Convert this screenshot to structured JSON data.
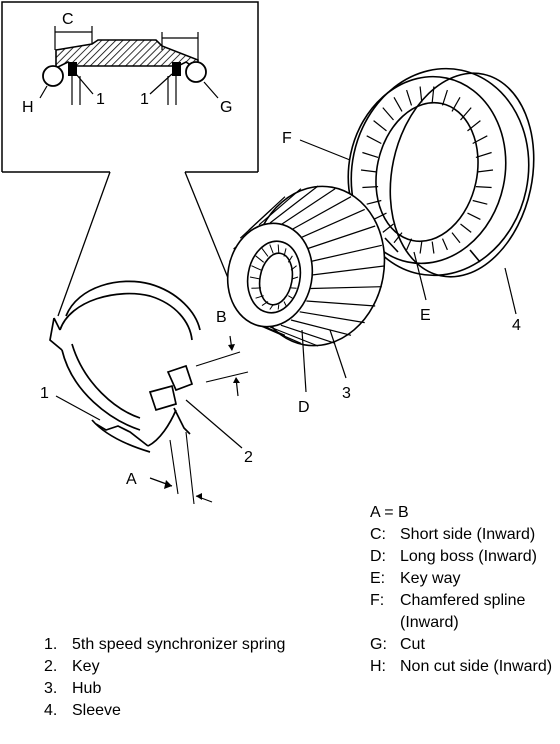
{
  "callout_labels": {
    "C": "C",
    "H": "H",
    "one_left": "1",
    "one_right": "1",
    "G": "G",
    "F": "F",
    "B": "B",
    "D": "D",
    "E": "E",
    "three": "3",
    "four": "4",
    "one_main": "1",
    "two": "2",
    "A": "A"
  },
  "parts_legend": [
    {
      "key": "1.",
      "text": "5th speed synchronizer spring"
    },
    {
      "key": "2.",
      "text": "Key"
    },
    {
      "key": "3.",
      "text": "Hub"
    },
    {
      "key": "4.",
      "text": "Sleeve"
    }
  ],
  "notes": {
    "equality": "A = B",
    "items": [
      {
        "key": "C:",
        "text": "Short side (Inward)"
      },
      {
        "key": "D:",
        "text": "Long boss (Inward)"
      },
      {
        "key": "E:",
        "text": "Key way"
      },
      {
        "key": "F:",
        "text": "Chamfered spline (Inward)"
      },
      {
        "key": "G:",
        "text": "Cut"
      },
      {
        "key": "H:",
        "text": "Non cut side (Inward)"
      }
    ]
  }
}
